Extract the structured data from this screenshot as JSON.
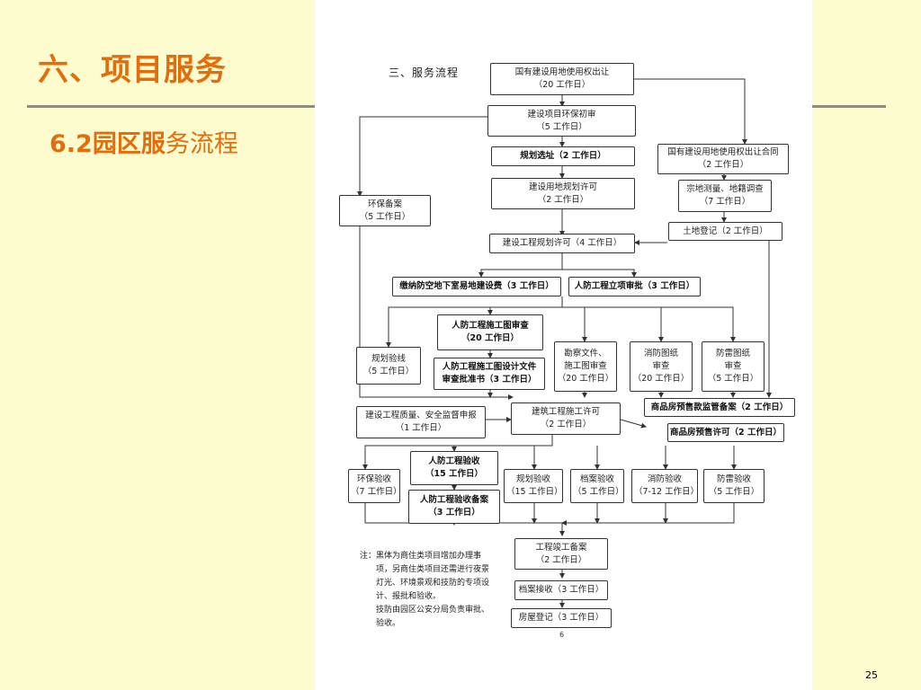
{
  "slide": {
    "title": "六、项目服务",
    "subtitle_bold": "6.2园区服",
    "subtitle_light": "务流程",
    "page_number": "25"
  },
  "document": {
    "heading": "三、服务流程",
    "note": "注：黑体为商住类项目增加办理事\n　　项，另商住类项目还需进行夜景\n　　灯光、环境景观和技防的专项设\n　　计、报批和验收。\n　　技防由园区公安分局负责审批、\n　　验收。",
    "page_number": "6",
    "nodes": {
      "land_transfer": "国有建设用地使用权出让\n（20 工作日）",
      "env_precheck": "建设项目环保初审\n（5 工作日）",
      "site_selection": "规划选址（2 工作日）",
      "land_contract": "国有建设用地使用权出让合同\n（2 工作日）",
      "env_filing": "环保备案\n（5 工作日）",
      "land_plan_permit": "建设用地规划许可\n（2 工作日）",
      "parcel_survey": "宗地测量、地籍调查\n（7 工作日）",
      "land_registration": "土地登记（2 工作日）",
      "project_plan_permit": "建设工程规划许可（4 工作日）",
      "civil_defense_fee": "缴纳防空地下室易地建设费（3 工作日）",
      "civil_defense_approval": "人防工程立项审批（3 工作日）",
      "civil_defense_drawing_review": "人防工程施工图审查\n（20 工作日）",
      "layout_check": "规划验线\n（5 工作日）",
      "civil_defense_design_approval": "人防工程施工图设计文件\n审查批准书（3 工作日）",
      "survey_drawing_review": "勘察文件、\n施工图审查\n（20 工作日）",
      "fire_drawing_review": "消防图纸\n审查\n（20 工作日）",
      "lightning_drawing_review": "防雷图纸\n审查\n（5 工作日）",
      "presale_fund_filing": "商品房预售款监管备案（2 工作日）",
      "quality_safety": "建设工程质量、安全监督申报\n（1 工作日）",
      "construction_permit": "建筑工程施工许可\n（2 工作日）",
      "presale_permit": "商品房预售许可（2 工作日）",
      "civil_defense_acceptance": "人防工程验收\n（15 工作日）",
      "env_acceptance": "环保验收\n（7 工作日）",
      "civil_defense_acceptance_filing": "人防工程验收备案\n（3 工作日）",
      "plan_acceptance": "规划验收\n（15 工作日）",
      "archive_acceptance": "档案验收\n（5 工作日）",
      "fire_acceptance": "消防验收\n（7-12 工作日）",
      "lightning_acceptance": "防雷验收\n（5 工作日）",
      "completion_filing": "工程竣工备案\n（2 工作日）",
      "archive_receipt": "档案接收（3 工作日）",
      "housing_registration": "房屋登记（3 工作日）"
    }
  }
}
